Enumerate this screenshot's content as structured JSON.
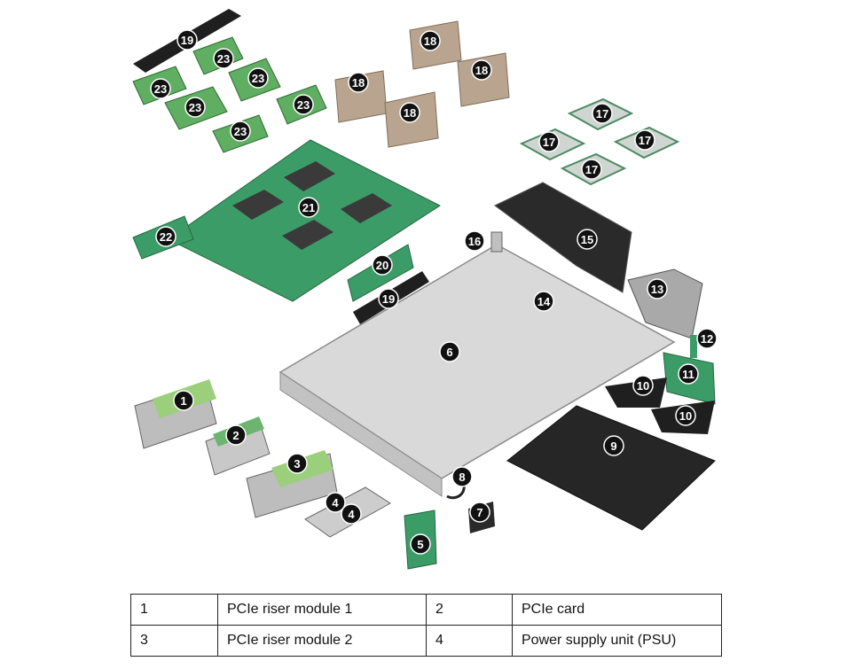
{
  "callouts": [
    "1",
    "2",
    "3",
    "4",
    "4",
    "5",
    "6",
    "7",
    "8",
    "9",
    "10",
    "10",
    "11",
    "12",
    "13",
    "14",
    "15",
    "16",
    "17",
    "17",
    "17",
    "17",
    "18",
    "18",
    "18",
    "18",
    "19",
    "19",
    "20",
    "21",
    "22",
    "23",
    "23",
    "23",
    "23",
    "23",
    "23"
  ],
  "legend": [
    [
      {
        "num": "1",
        "name": "PCIe riser module 1"
      },
      {
        "num": "2",
        "name": "PCIe card"
      }
    ],
    [
      {
        "num": "3",
        "name": "PCIe riser module 2"
      },
      {
        "num": "4",
        "name": "Power supply unit (PSU)"
      }
    ]
  ],
  "colors": {
    "pcb_green": "#3c9c68",
    "dimm_green": "#5fae62",
    "heatsink_tan": "#b9a58f",
    "chassis_gray": "#d9d9d9",
    "plastic_black": "#1f1f1f",
    "callout_black": "#111111"
  }
}
